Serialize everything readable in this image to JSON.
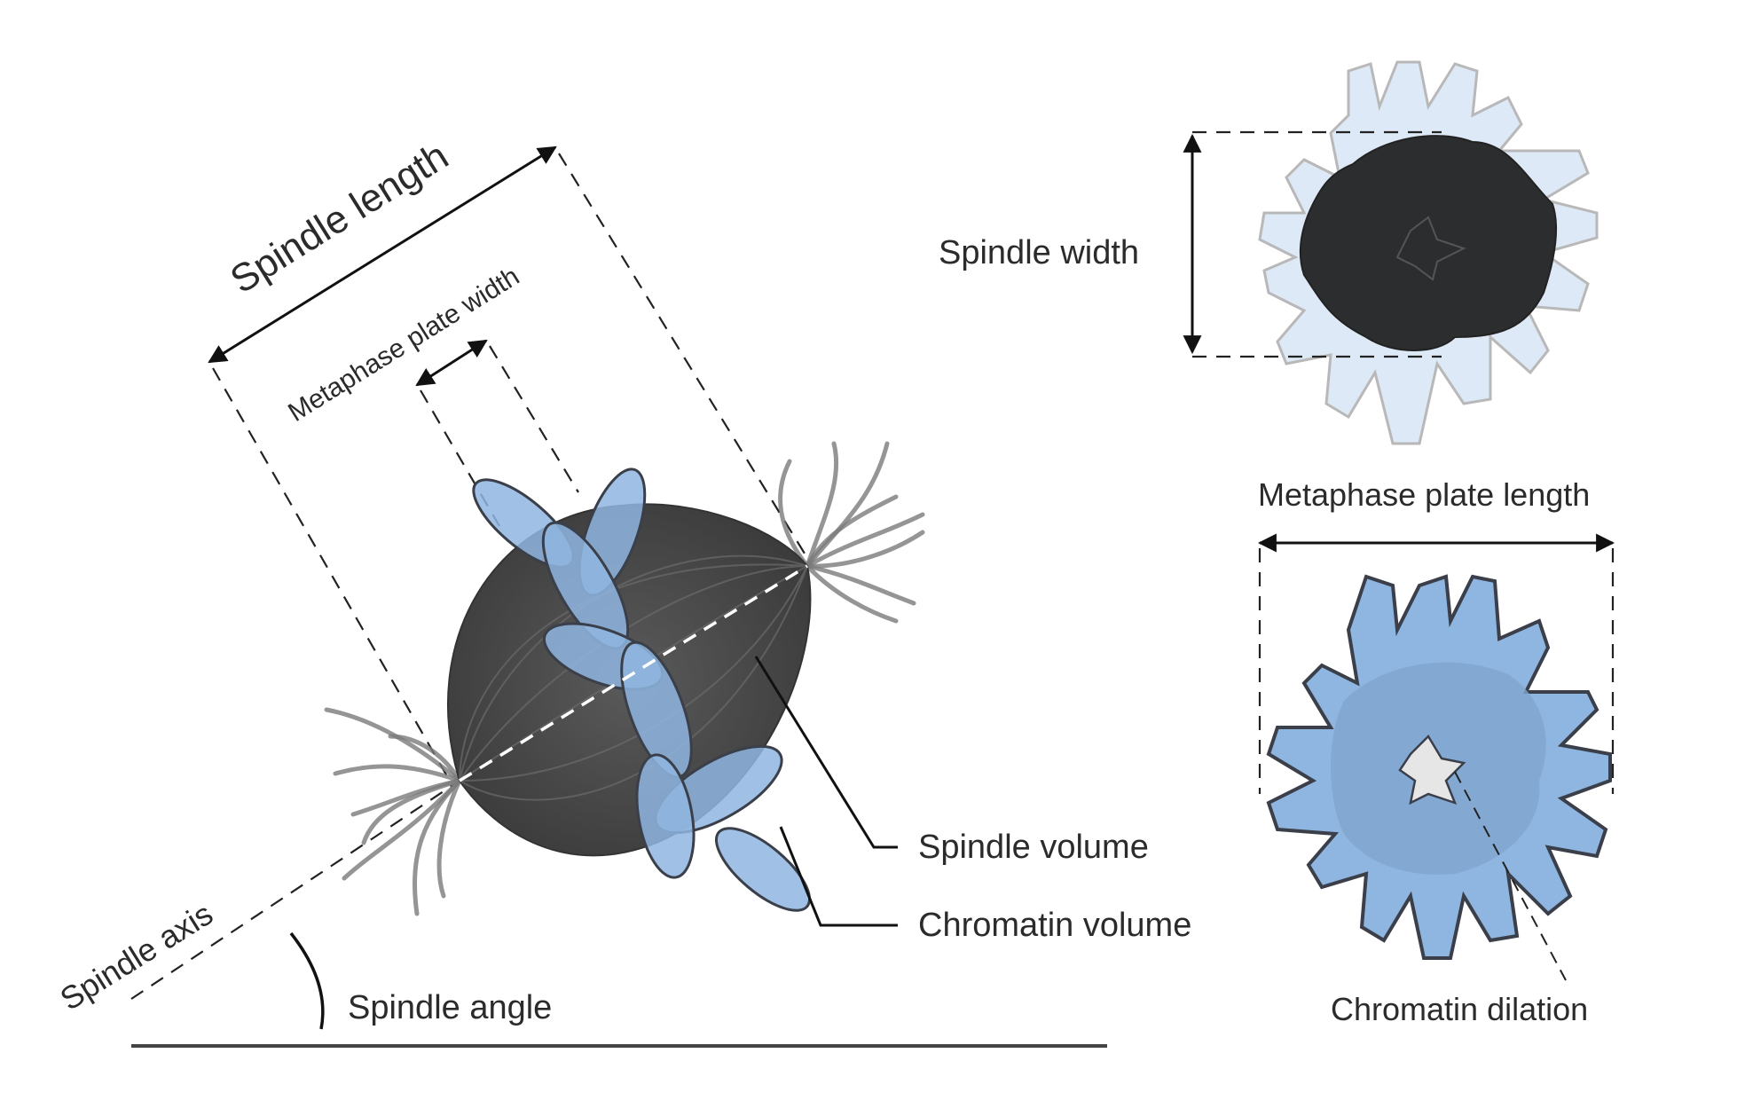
{
  "labels": {
    "spindle_length": "Spindle length",
    "metaphase_plate_width": "Metaphase plate width",
    "spindle_width": "Spindle width",
    "metaphase_plate_length": "Metaphase plate length",
    "spindle_volume": "Spindle volume",
    "chromatin_volume": "Chromatin volume",
    "spindle_axis": "Spindle axis",
    "spindle_angle": "Spindle angle",
    "chromatin_dilation": "Chromatin dilation"
  },
  "colors": {
    "spindle": "#4a4a4a",
    "chromatin_blue": "#8fb6e0",
    "chromatin_light": "#dde9f6",
    "chromatin_dark": "#2b2d2f",
    "outline": "#3a3f4a"
  }
}
